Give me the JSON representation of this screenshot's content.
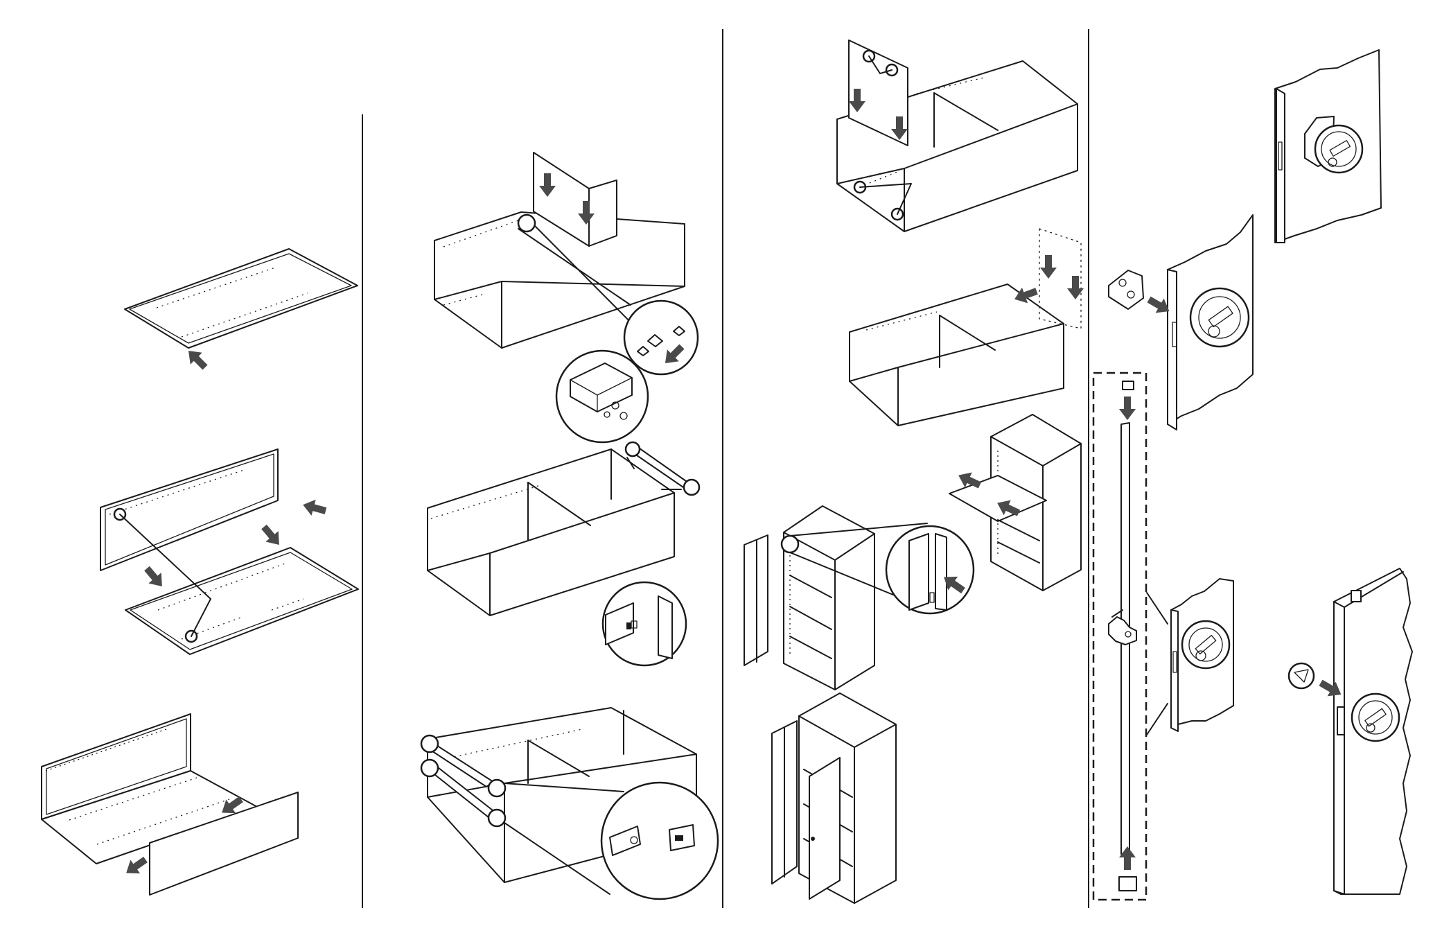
{
  "document": {
    "type": "assembly-instructions-sheet",
    "text_labels": []
  },
  "columns": [
    {
      "id": "column-1",
      "steps": [
        "place-bottom-panel",
        "attach-back-panel",
        "attach-side-panel"
      ]
    },
    {
      "id": "column-2",
      "steps": [
        "insert-divider-with-clips",
        "attach-top-rails",
        "fasten-front-rails"
      ]
    },
    {
      "id": "column-3",
      "steps": [
        "attach-end-panel",
        "slide-on-side-panel",
        "insert-shelves",
        "hang-doors",
        "complete-cabinet"
      ]
    },
    {
      "id": "column-4",
      "steps": [
        "lock-detail",
        "lock-bracket",
        "locking-rod",
        "rod-to-lock-connection",
        "cam-on-door-edge"
      ]
    }
  ],
  "icons": [
    "arrow-icon",
    "detail-magnifier-icon",
    "hole-callout-icon",
    "lock-icon",
    "clip-icon"
  ],
  "colors": {
    "line": "#1a1a1a",
    "arrow": "#4a4a4a",
    "background": "#ffffff"
  }
}
